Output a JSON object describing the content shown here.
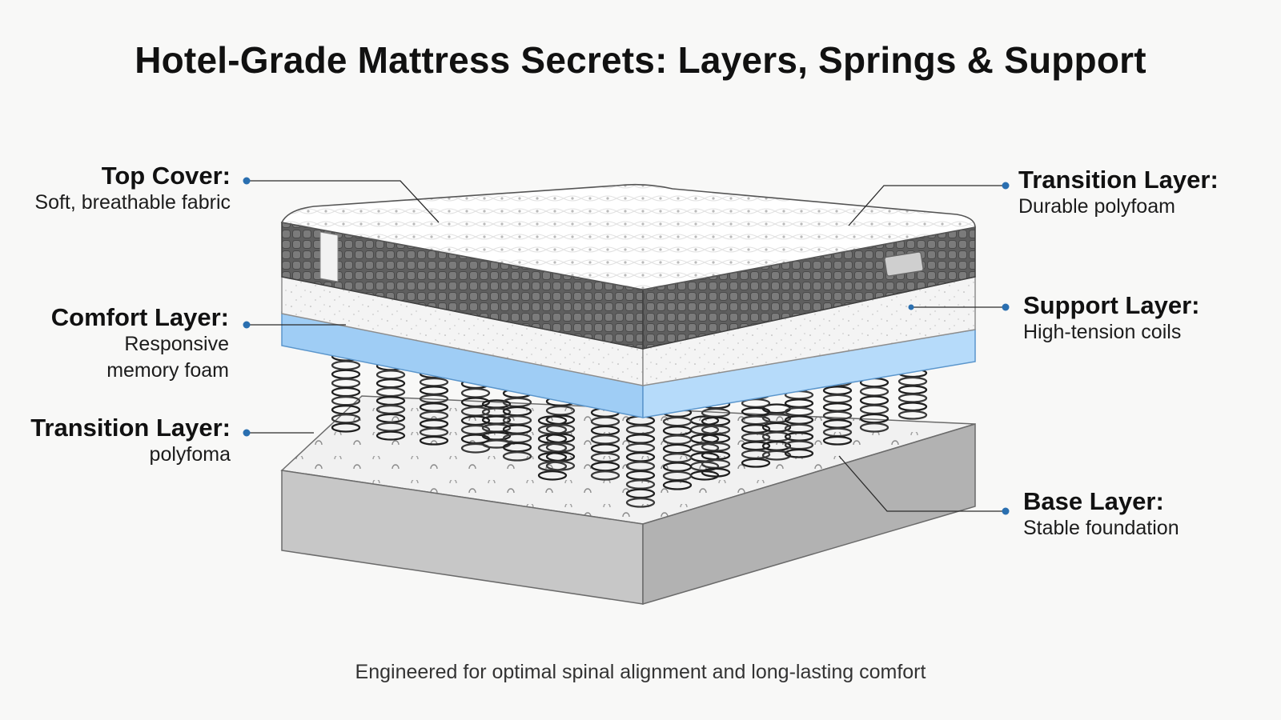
{
  "title": "Hotel-Grade Mattress Secrets: Layers, Springs & Support",
  "labels": {
    "top_cover": {
      "head": "Top Cover:",
      "desc": "Soft, breathable fabric"
    },
    "comfort_layer": {
      "head": "Comfort Layer:",
      "desc_line1": "Responsive",
      "desc_line2": "memory foam"
    },
    "transition_layer_left": {
      "head": "Transition Layer:",
      "desc": "polyfoma"
    },
    "transition_layer_right": {
      "head": "Transition Layer:",
      "desc": "Durable polyfoam"
    },
    "support_layer": {
      "head": "Support Layer:",
      "desc": "High-tension coils"
    },
    "base_layer": {
      "head": "Base Layer:",
      "desc": "Stable foundation"
    }
  },
  "caption": "Engineered for optimal spinal alignment and long-lasting comfort",
  "colors": {
    "leader_dot": "#2a6fb0",
    "comfort_blue": "#a9d3f7",
    "side_panel": "#6b6b6b",
    "base_gray": "#bdbdbd"
  }
}
